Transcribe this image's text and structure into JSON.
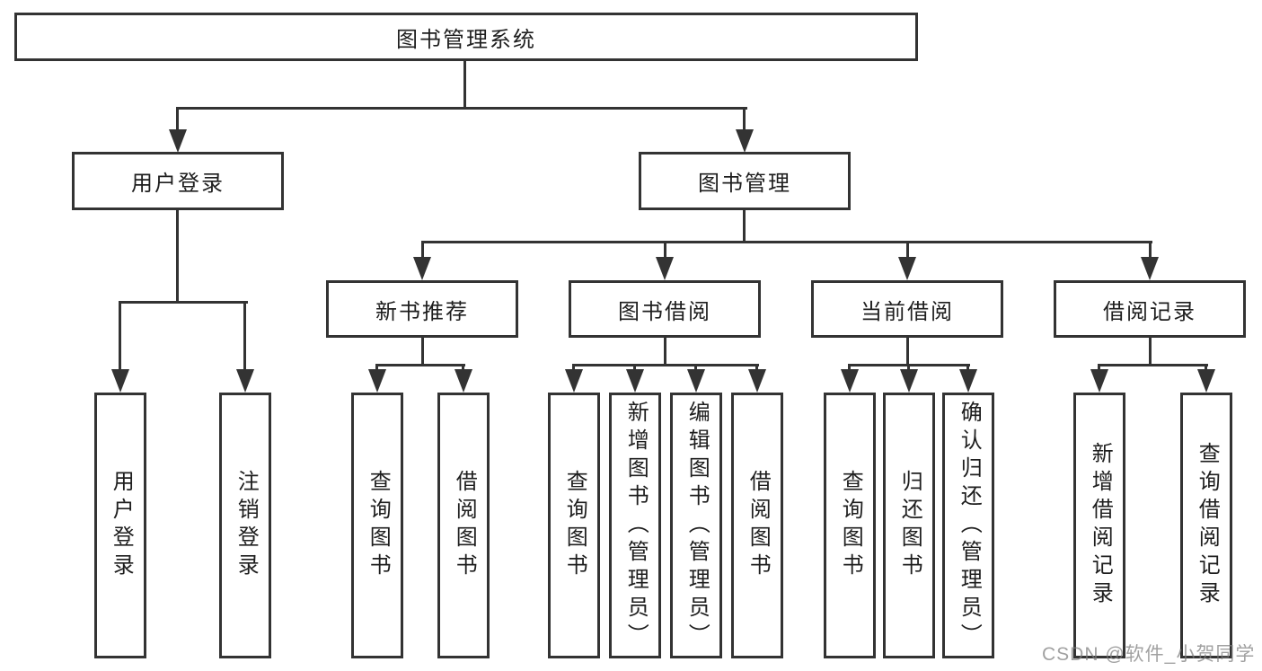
{
  "colors": {
    "background": "#ffffff",
    "line": "#333333",
    "box_border": "#333333",
    "text": "#1e1e1e",
    "watermark": "#7d7d7d"
  },
  "tree": {
    "root": {
      "label": "图书管理系统"
    },
    "level2": [
      {
        "id": "user-login",
        "label": "用户登录",
        "parent": "图书管理系统"
      },
      {
        "id": "book-management",
        "label": "图书管理",
        "parent": "图书管理系统"
      }
    ],
    "level3": [
      {
        "id": "new-book-recommend",
        "label": "新书推荐",
        "parent": "图书管理"
      },
      {
        "id": "book-borrow",
        "label": "图书借阅",
        "parent": "图书管理"
      },
      {
        "id": "current-borrow",
        "label": "当前借阅",
        "parent": "图书管理"
      },
      {
        "id": "borrow-records",
        "label": "借阅记录",
        "parent": "图书管理"
      }
    ],
    "leaves": [
      {
        "label": "用户登录",
        "parent": "用户登录"
      },
      {
        "label": "注销登录",
        "parent": "用户登录"
      },
      {
        "label": "查询图书",
        "parent": "新书推荐"
      },
      {
        "label": "借阅图书",
        "parent": "新书推荐"
      },
      {
        "label": "查询图书",
        "parent": "图书借阅"
      },
      {
        "label": "新增图书（管理员）",
        "parent": "图书借阅"
      },
      {
        "label": "编辑图书（管理员）",
        "parent": "图书借阅"
      },
      {
        "label": "借阅图书",
        "parent": "图书借阅"
      },
      {
        "label": "查询图书",
        "parent": "当前借阅"
      },
      {
        "label": "归还图书",
        "parent": "当前借阅"
      },
      {
        "label": "确认归还（管理员）",
        "parent": "当前借阅"
      },
      {
        "label": "新增借阅记录",
        "parent": "借阅记录"
      },
      {
        "label": "查询借阅记录",
        "parent": "借阅记录"
      }
    ]
  },
  "watermark": {
    "text": "CSDN @软件_小贺同学"
  }
}
